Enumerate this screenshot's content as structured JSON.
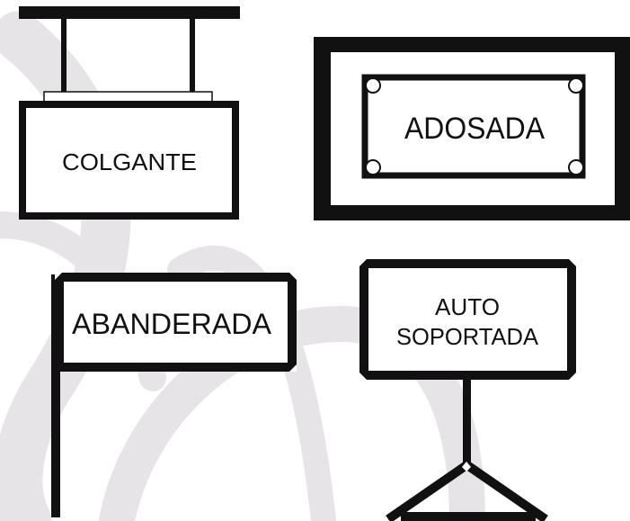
{
  "colors": {
    "ink": "#111111",
    "watermark": "#e6e4e6",
    "bracket": "#ffffff",
    "background": "#ffffff"
  },
  "signs": {
    "colgante": {
      "label": "COLGANTE"
    },
    "adosada": {
      "label": "ADOSADA"
    },
    "abanderada": {
      "label": "ABANDERADA"
    },
    "autosoportada": {
      "line1": "AUTO",
      "line2": "SOPORTADA"
    }
  }
}
